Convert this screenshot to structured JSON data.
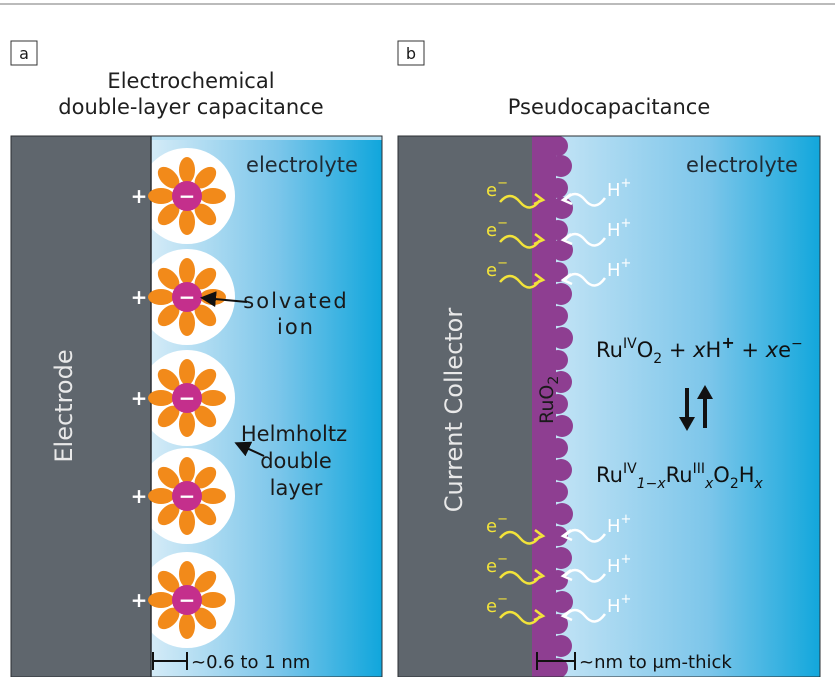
{
  "panel_a": {
    "tag": "a",
    "title_line1": "Electrochemical",
    "title_line2": "double-layer capacitance",
    "electrode_label": "Electrode",
    "electrolyte_label": "electrolyte",
    "solvated_line1": "solvated",
    "solvated_line2": "ion",
    "helmholtz_line1": "Helmholtz",
    "helmholtz_line2": "double",
    "helmholtz_line3": "layer",
    "scale_label": "~0.6 to 1 nm",
    "plus_sign": "+",
    "minus_sign": "−"
  },
  "panel_b": {
    "tag": "b",
    "title": "Pseudocapacitance",
    "collector_label": "Current Collector",
    "electrolyte_label": "electrolyte",
    "ruo2_main": "RuO",
    "ruo2_sub": "2",
    "electron": "e",
    "electron_charge": "−",
    "proton": "H",
    "proton_charge": "+",
    "eq1": {
      "ru": "Ru",
      "iv": "IV",
      "o": "O",
      "sub2": "2",
      "plus1": " + ",
      "x1": "x",
      "h": "H",
      "hplus": "+",
      "plus2": " + ",
      "x2": "x",
      "e": "e",
      "eminus": "−"
    },
    "eq2": {
      "ru": "Ru",
      "iv": "IV",
      "sub1x": "1−x",
      "ru2": "Ru",
      "iii": "III",
      "subx": "x",
      "o": "O",
      "sub2": "2",
      "h": "H",
      "subx2": "x"
    },
    "scale_label": "~nm to μm-thick"
  },
  "colors": {
    "electrode_gray": "#5f666d",
    "electrolyte_light": "#a9d4ec",
    "electrolyte_dark": "#16a8dd",
    "petal_orange": "#f28a1a",
    "ion_magenta": "#c42f8c",
    "ruo2_purple": "#8e3e91",
    "electron_yellow": "#f2e33a"
  }
}
